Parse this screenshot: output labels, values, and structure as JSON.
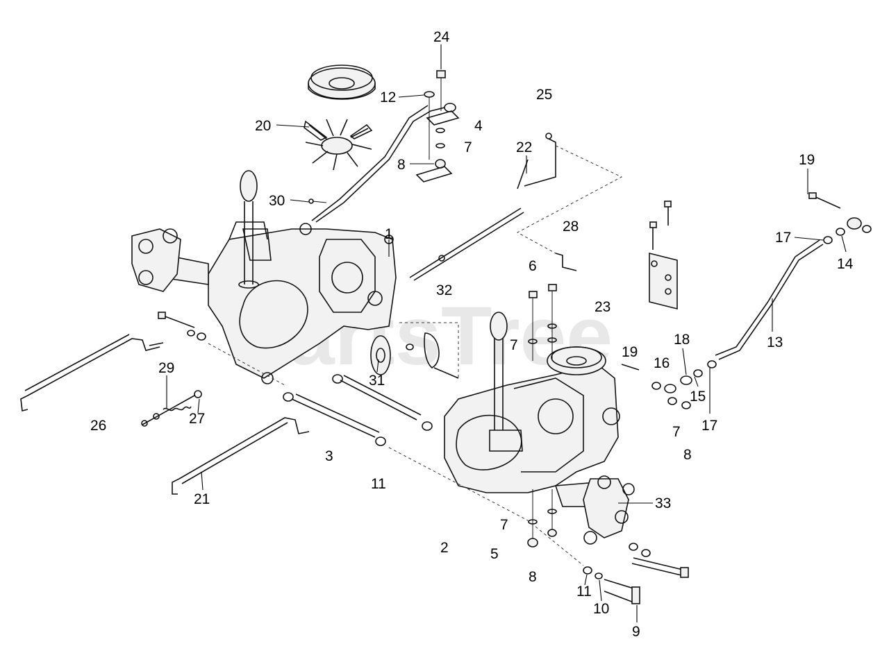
{
  "watermark": "PartsTree",
  "callouts": [
    {
      "id": "24",
      "label": "24"
    },
    {
      "id": "12",
      "label": "12"
    },
    {
      "id": "25",
      "label": "25"
    },
    {
      "id": "20",
      "label": "20"
    },
    {
      "id": "4",
      "label": "4"
    },
    {
      "id": "7a",
      "label": "7"
    },
    {
      "id": "22",
      "label": "22"
    },
    {
      "id": "8a",
      "label": "8"
    },
    {
      "id": "19a",
      "label": "19"
    },
    {
      "id": "30",
      "label": "30"
    },
    {
      "id": "28",
      "label": "28"
    },
    {
      "id": "17a",
      "label": "17"
    },
    {
      "id": "14",
      "label": "14"
    },
    {
      "id": "1",
      "label": "1"
    },
    {
      "id": "6",
      "label": "6"
    },
    {
      "id": "32",
      "label": "32"
    },
    {
      "id": "23",
      "label": "23"
    },
    {
      "id": "13",
      "label": "13"
    },
    {
      "id": "7b",
      "label": "7"
    },
    {
      "id": "18",
      "label": "18"
    },
    {
      "id": "19b",
      "label": "19"
    },
    {
      "id": "16",
      "label": "16"
    },
    {
      "id": "29",
      "label": "29"
    },
    {
      "id": "31",
      "label": "31"
    },
    {
      "id": "15",
      "label": "15"
    },
    {
      "id": "17b",
      "label": "17"
    },
    {
      "id": "27",
      "label": "27"
    },
    {
      "id": "26",
      "label": "26"
    },
    {
      "id": "7c",
      "label": "7"
    },
    {
      "id": "8b",
      "label": "8"
    },
    {
      "id": "3",
      "label": "3"
    },
    {
      "id": "11a",
      "label": "11"
    },
    {
      "id": "21",
      "label": "21"
    },
    {
      "id": "33",
      "label": "33"
    },
    {
      "id": "7d",
      "label": "7"
    },
    {
      "id": "2",
      "label": "2"
    },
    {
      "id": "5",
      "label": "5"
    },
    {
      "id": "8c",
      "label": "8"
    },
    {
      "id": "11b",
      "label": "11"
    },
    {
      "id": "10",
      "label": "10"
    },
    {
      "id": "9",
      "label": "9"
    }
  ]
}
